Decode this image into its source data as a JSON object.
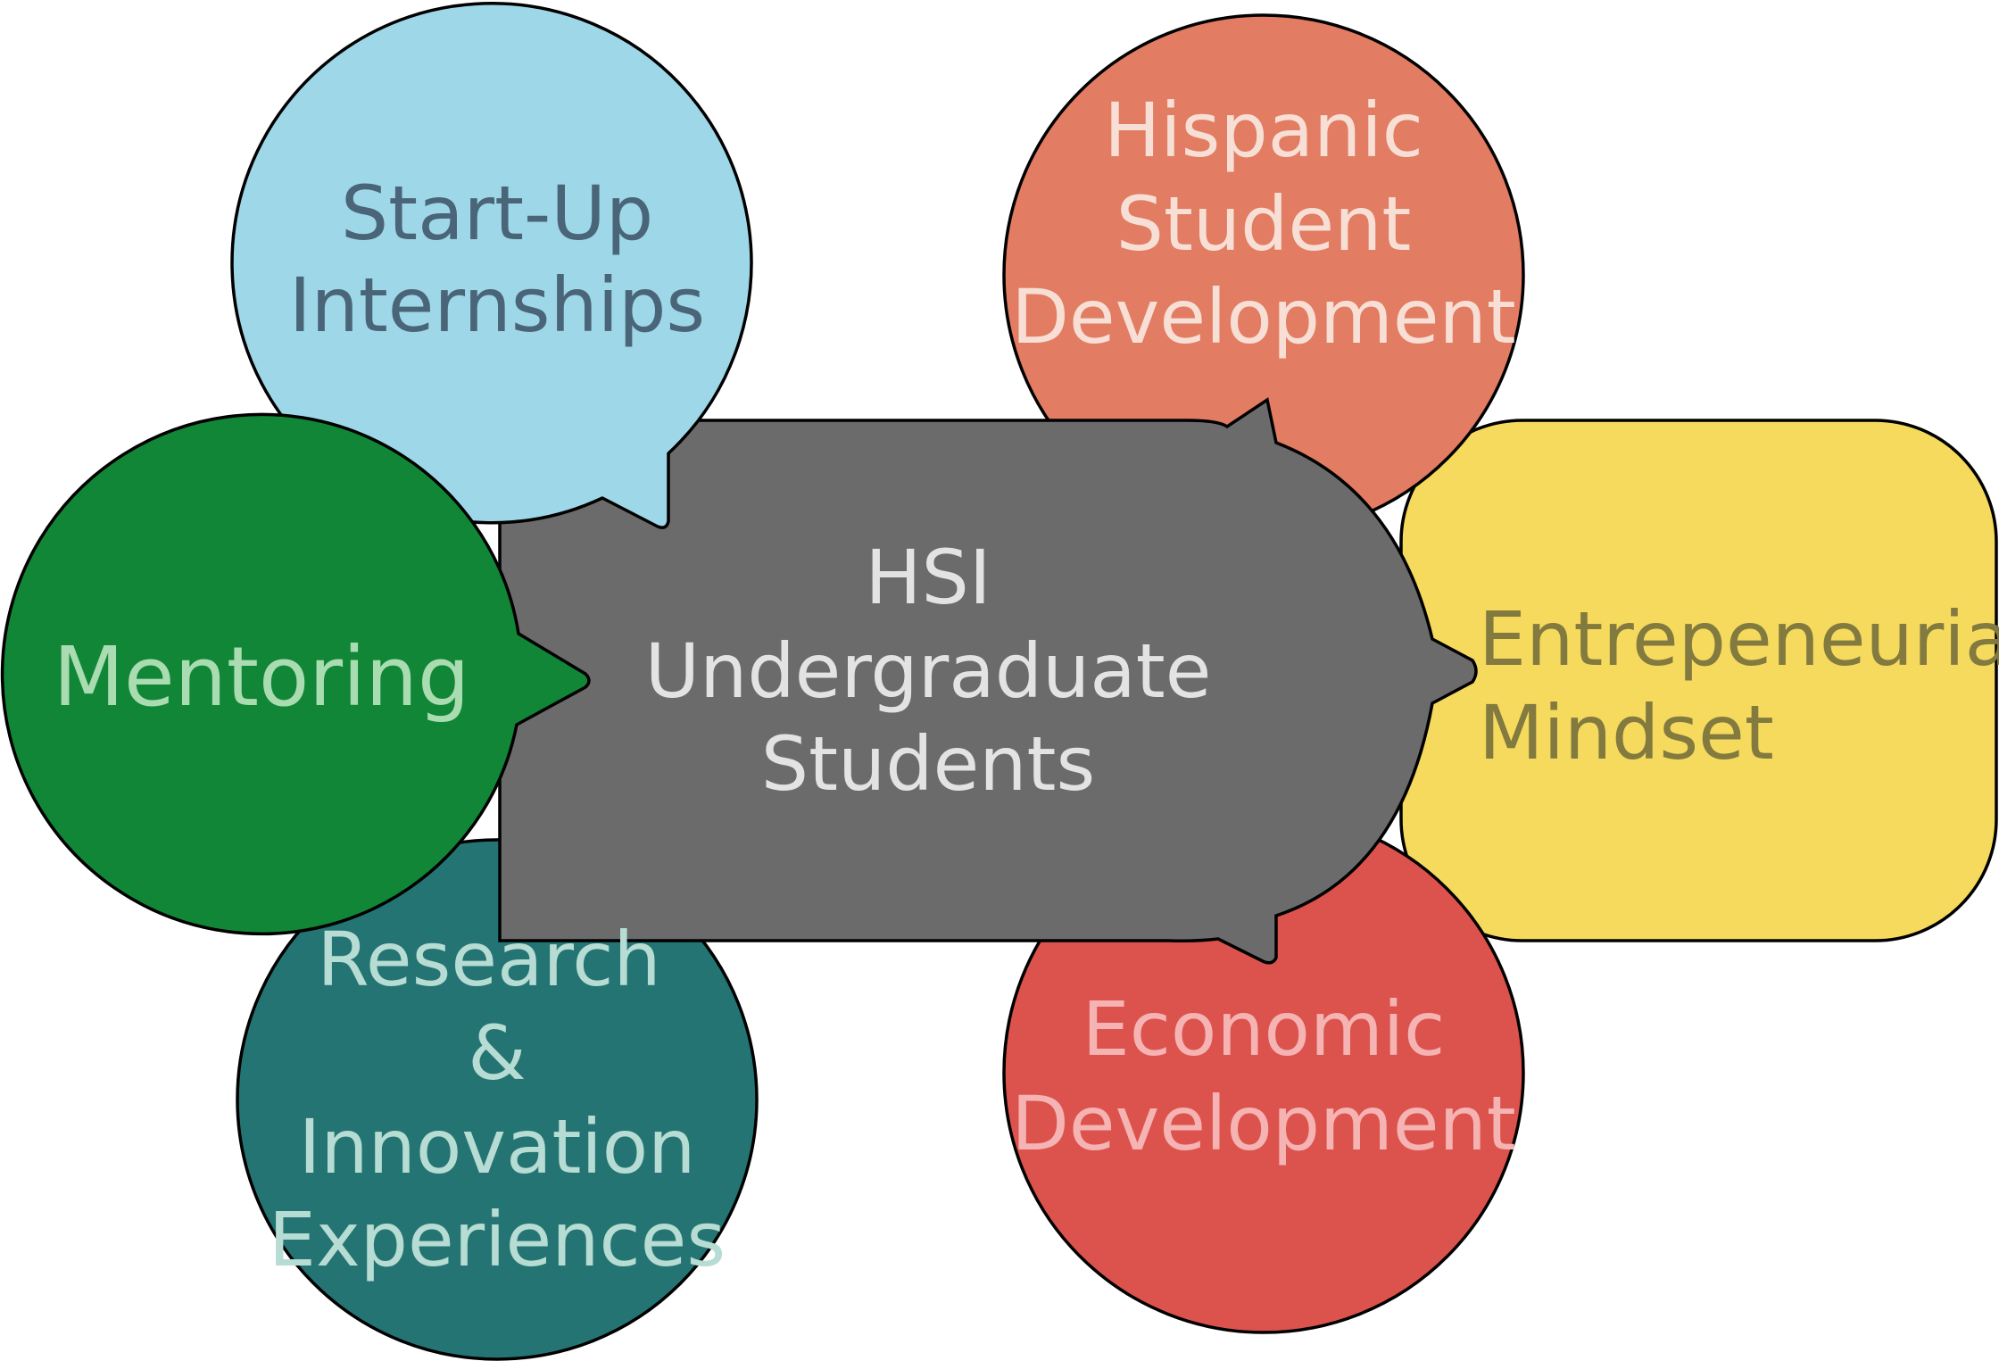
{
  "diagram": {
    "center": {
      "lines": [
        "HSI",
        "Undergraduate",
        "Students"
      ],
      "fill": "#6b6b6b",
      "text_color": "#e3e3e3"
    },
    "nodes": {
      "startup": {
        "lines": [
          "Start-Up",
          "Internships"
        ],
        "fill": "#9dd7e8",
        "text_color": "#4a6478"
      },
      "hispanic": {
        "lines": [
          "Hispanic",
          "Student",
          "Development"
        ],
        "fill": "#e27c62",
        "text_color": "#f8dfd5"
      },
      "mentoring": {
        "lines": [
          "Mentoring"
        ],
        "fill": "#118636",
        "text_color": "#a9dcb0"
      },
      "entrepreneurial": {
        "lines": [
          "Entrepeneurial",
          "Mindset"
        ],
        "fill": "#f5da5e",
        "text_color": "#827a3e"
      },
      "research": {
        "lines": [
          "Research",
          "&",
          "Innovation",
          "Experiences"
        ],
        "fill": "#247473",
        "text_color": "#b6dcd3"
      },
      "economic": {
        "lines": [
          "Economic",
          "Development"
        ],
        "fill": "#db534c",
        "text_color": "#f5b3b3"
      }
    }
  }
}
